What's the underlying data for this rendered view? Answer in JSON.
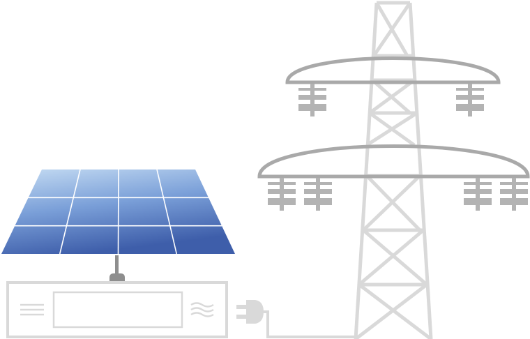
{
  "diagram": {
    "components": [
      {
        "id": "solar-panel",
        "icon": "solar-panel-icon",
        "grid_rows": 3,
        "grid_cols": 4
      },
      {
        "id": "inverter",
        "icon": "inverter-icon",
        "input_symbol": "≡",
        "output_symbol": "≈"
      },
      {
        "id": "plug",
        "icon": "power-plug-icon"
      },
      {
        "id": "transmission-tower",
        "icon": "transmission-tower-icon",
        "upper_arm_insulators": 2,
        "lower_arm_insulators": 4
      }
    ],
    "connections": [
      {
        "from": "solar-panel",
        "to": "inverter"
      },
      {
        "from": "inverter",
        "to": "transmission-tower",
        "via": "plug"
      }
    ],
    "colors": {
      "panel_top": "#c5dcf3",
      "panel_mid": "#7a9fd8",
      "panel_bottom": "#3e5eaa",
      "panel_grid": "#ffffff",
      "structure_gray": "#d9d9d9",
      "insulator_gray": "#b3b3b3",
      "arm_gray": "#a9a9a9",
      "pole_gray": "#8e8e8e"
    }
  }
}
